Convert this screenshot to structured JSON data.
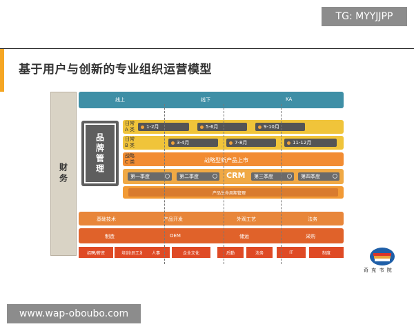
{
  "watermark_top": "TG: MYYJJPP",
  "watermark_bottom": "www.wap-oboubo.com",
  "slide": {
    "title": "基于用户与创新的专业组织运营模型",
    "finance_label": "财务",
    "brand_label": "品牌管理",
    "channels": [
      "线上",
      "线下",
      "KA"
    ],
    "row_a_label": [
      "日常",
      "A 类"
    ],
    "row_a_months": [
      "1-2月",
      "5-6月",
      "9-10月"
    ],
    "row_b_label": [
      "日常",
      "B 类"
    ],
    "row_b_months": [
      "3-4月",
      "7-8月",
      "11-12月"
    ],
    "row_c_label": [
      "战略",
      "C 类"
    ],
    "strategy_text": "战略型新产品上市",
    "stages": [
      "第一季度",
      "第二季度",
      "第三季度",
      "第四季度"
    ],
    "crm_label": "CRM",
    "product_line_text": "产品生命周期管理",
    "tech_row": [
      "基础技术",
      "产品开发",
      "外观工艺",
      "法务"
    ],
    "manufacturing_row": [
      "制造",
      "OEM",
      "储运",
      "采购"
    ],
    "support_row": [
      "招聘/薪资",
      "培训/员工发展",
      "人事",
      "企业文化",
      "后勤",
      "法务",
      "IT",
      "制度"
    ],
    "logo_text": "奇 克 书 院",
    "colors": {
      "channel_bar": "#3f8fa6",
      "yellow_row": "#f0c43a",
      "orange_row": "#f28c32",
      "tech_row": "#e8863a",
      "manufacturing_row": "#e0622a",
      "support_row": "#df4a25",
      "accent": "#f5a623"
    }
  }
}
